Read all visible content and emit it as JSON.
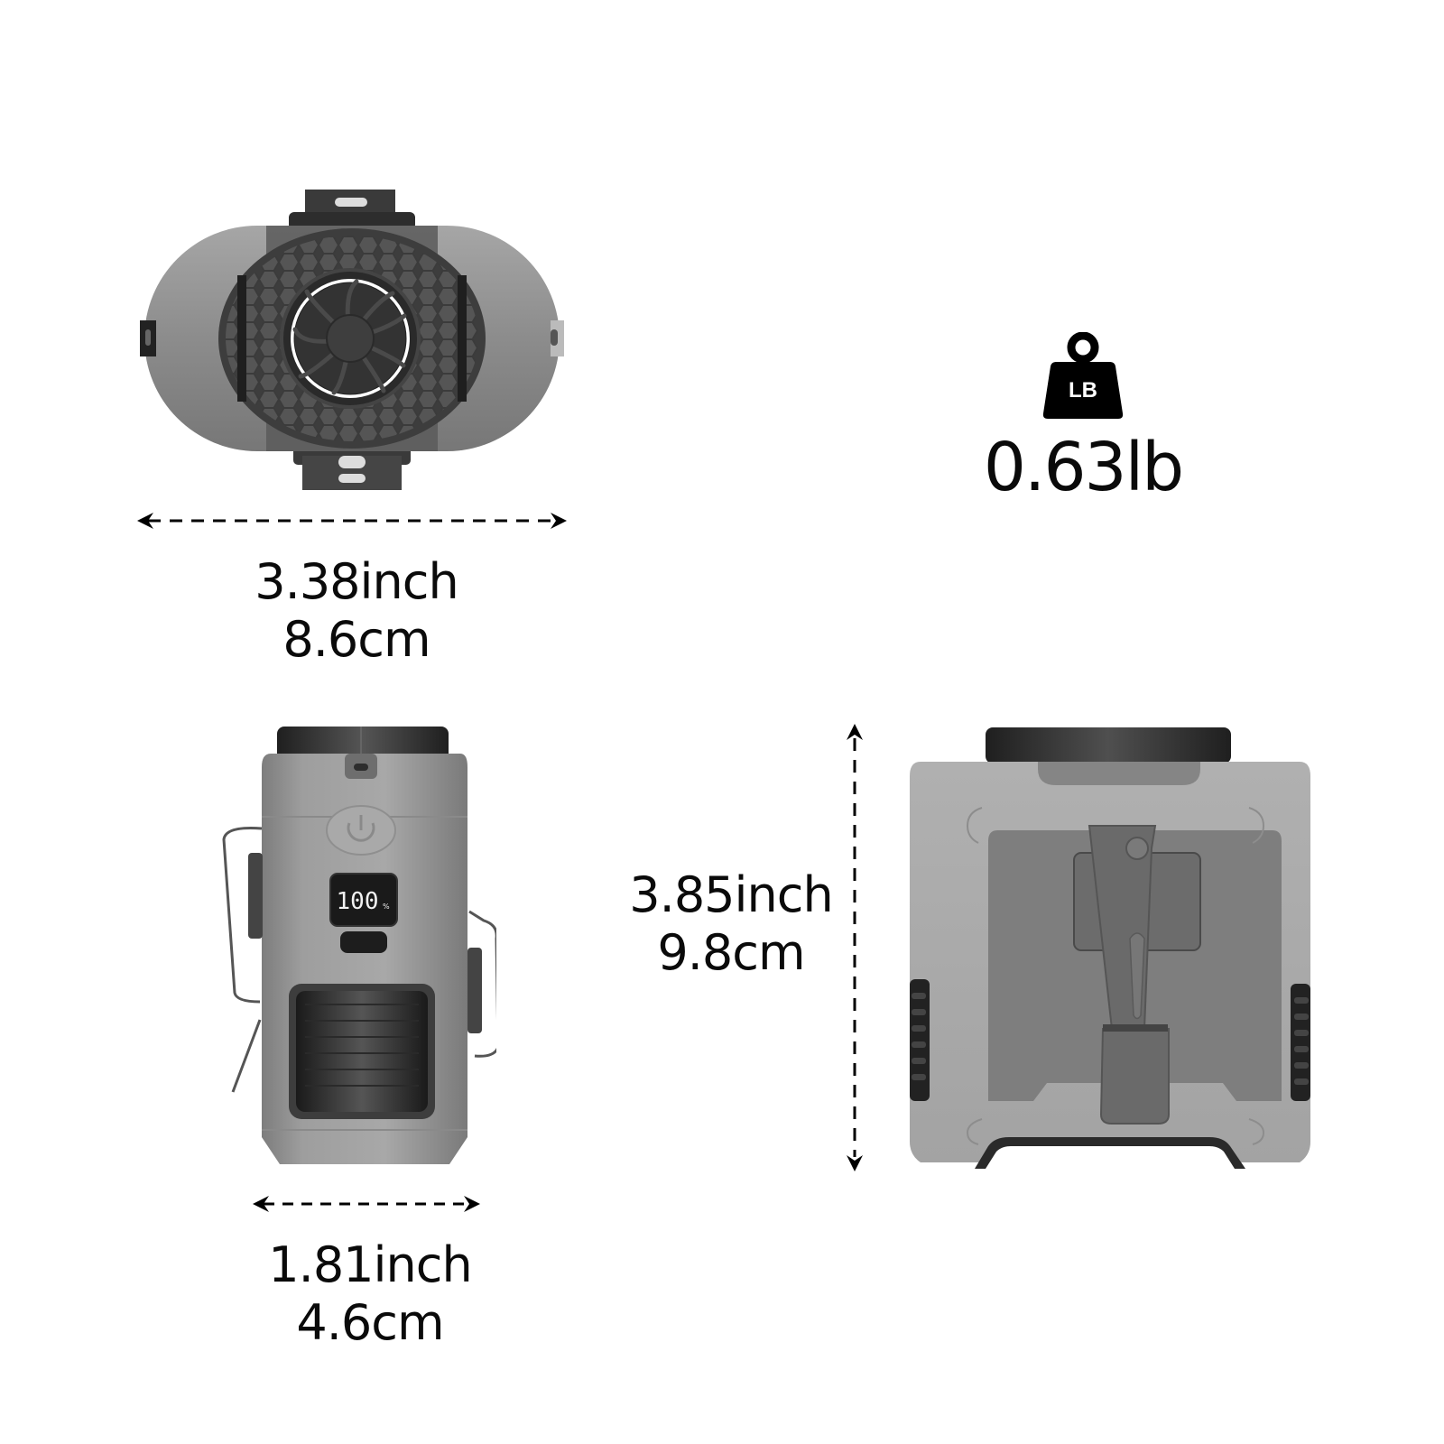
{
  "colors": {
    "background": "#ffffff",
    "text": "#0a0a0a",
    "device_body": "#9a9a9a",
    "device_dark": "#2b2b2b",
    "display_text": "#f2f2f2"
  },
  "top_view": {
    "width_dimension": {
      "inch": "3.38inch",
      "cm": "8.6cm"
    }
  },
  "weight": {
    "icon_label": "LB",
    "value": "0.63lb"
  },
  "front_view": {
    "display_reading": "100",
    "display_unit": "%",
    "width_dimension": {
      "inch": "1.81inch",
      "cm": "4.6cm"
    }
  },
  "back_view": {
    "height_dimension": {
      "inch": "3.85inch",
      "cm": "9.8cm"
    }
  }
}
